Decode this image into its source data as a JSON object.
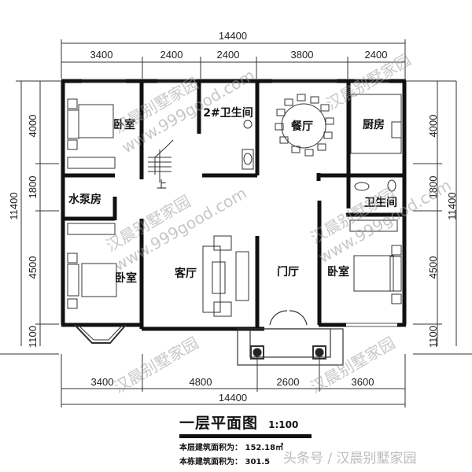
{
  "drawing": {
    "title": "一层平面图",
    "scale": "1:100",
    "floor_area_label": "本层建筑面积为：",
    "floor_area_value": "152.18㎡",
    "total_area_label": "本栋建筑面积为：",
    "total_area_value": "301.5",
    "credit": "头条号 / 汉晨别墅家园",
    "watermark_cn": "汉晨别墅家园",
    "watermark_url": "www.999good.com"
  },
  "dimensions": {
    "top_total": "14400",
    "top_segments": [
      "3400",
      "2400",
      "2400",
      "3800",
      "2400"
    ],
    "bottom_total": "14400",
    "bottom_segments": [
      "3400",
      "4800",
      "2600",
      "3600"
    ],
    "left_total": "11400",
    "left_segments": [
      "4000",
      "1800",
      "4500",
      "1100"
    ],
    "right_total": "11400",
    "right_segments": [
      "4000",
      "1800",
      "4500",
      "1100"
    ]
  },
  "rooms": {
    "bedroom_nw": "卧室",
    "bath2": "2#卫生间",
    "dining": "餐厅",
    "kitchen": "厨房",
    "pump_room": "水泵房",
    "bath": "卫生间",
    "bedroom_sw": "卧室",
    "living": "客厅",
    "foyer": "门厅",
    "bedroom_se": "卧室",
    "stair_up": "上"
  },
  "colors": {
    "wall": "#111111",
    "line": "#333333",
    "watermark": "#9a9a9a"
  }
}
